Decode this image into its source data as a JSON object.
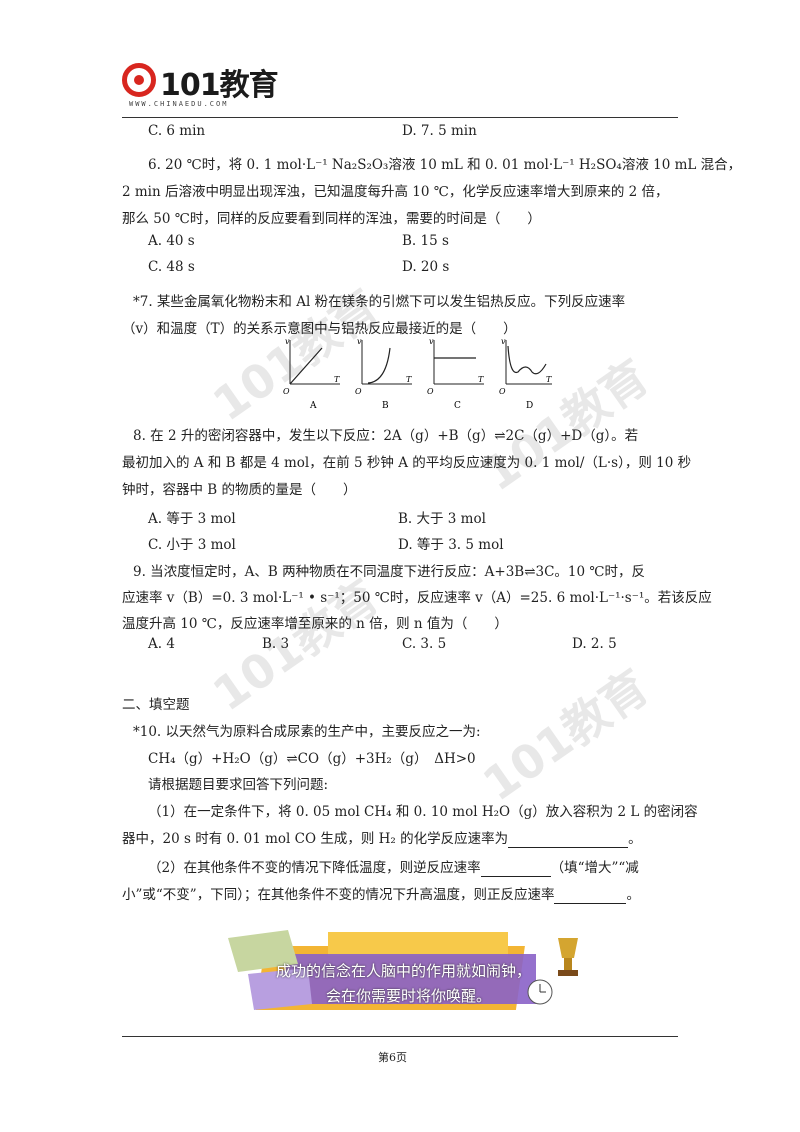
{
  "header": {
    "logo_text": "101教育",
    "logo_sub": "WWW.CHINAEDU.COM"
  },
  "watermark": "101教育",
  "q5_options": {
    "c": "C. 6 min",
    "d": "D. 7. 5 min"
  },
  "q6": {
    "line1": "6. 20 ℃时，将 0. 1 mol·L⁻¹ Na₂S₂O₃溶液 10 mL 和 0. 01 mol·L⁻¹ H₂SO₄溶液 10 mL 混合，",
    "line2": "2 min 后溶液中明显出现浑浊，已知温度每升高 10 ℃，化学反应速率增大到原来的 2 倍，",
    "line3": "那么 50 ℃时，同样的反应要看到同样的浑浊，需要的时间是（　　）",
    "a": "A. 40 s",
    "b": "B. 15 s",
    "c": "C. 48 s",
    "d": "D. 20 s"
  },
  "q7": {
    "line1": "*7.  某些金属氧化物粉末和 Al 粉在镁条的引燃下可以发生铝热反应。下列反应速率",
    "line2": "（v）和温度（T）的关系示意图中与铝热反应最接近的是（　　）",
    "axis_v": "v",
    "axis_t": "T",
    "origin": "O",
    "labels": [
      "A",
      "B",
      "C",
      "D"
    ]
  },
  "q8": {
    "line1": "8. 在 2 升的密闭容器中，发生以下反应：2A（g）+B（g）⇌2C（g）+D（g）。若",
    "line2": "最初加入的 A 和 B 都是 4 mol，在前 5 秒钟 A 的平均反应速度为 0. 1 mol/（L·s），则 10 秒",
    "line3": "钟时，容器中 B 的物质的量是（　　）",
    "a": "A.  等于 3 mol",
    "b": "B.  大于 3 mol",
    "c": "C.  小于 3 mol",
    "d": "D.  等于 3. 5 mol"
  },
  "q9": {
    "line1": "9. 当浓度恒定时，A、B 两种物质在不同温度下进行反应：A+3B⇌3C。10 ℃时，反",
    "line2": "应速率 v（B）=0. 3 mol·L⁻¹ • s⁻¹；50 ℃时，反应速率 v（A）=25. 6 mol·L⁻¹·s⁻¹。若该反应",
    "line3": "温度升高 10 ℃，反应速率增至原来的 n 倍，则 n 值为（　　）",
    "a": "A. 4",
    "b": "B. 3",
    "c": "C. 3. 5",
    "d": "D. 2. 5"
  },
  "section2": "二、填空题",
  "q10": {
    "line1": "*10.  以天然气为原料合成尿素的生产中，主要反应之一为:",
    "equation": "CH₄（g）+H₂O（g）⇌CO（g）+3H₂（g）　ΔH>0",
    "line2": "请根据题目要求回答下列问题:",
    "p1_line1": "（1）在一定条件下，将 0. 05 mol CH₄ 和 0. 10 mol H₂O（g）放入容积为 2 L 的密闭容",
    "p1_line2": "器中，20 s 时有 0. 01 mol CO 生成，则 H₂ 的化学反应速率为",
    "p1_end": "。",
    "p2_line1": "（2）在其他条件不变的情况下降低温度，则逆反应速率",
    "p2_line1_end": "（填“增大”“减",
    "p2_line2": "小”或“不变”，下同）；在其他条件不变的情况下升高温度，则正反应速率",
    "p2_end": "。"
  },
  "banner": {
    "line1": "成功的信念在人脑中的作用就如闹钟，",
    "line2": "会在你需要时将你唤醒。"
  },
  "footer": {
    "page": "第6页"
  }
}
